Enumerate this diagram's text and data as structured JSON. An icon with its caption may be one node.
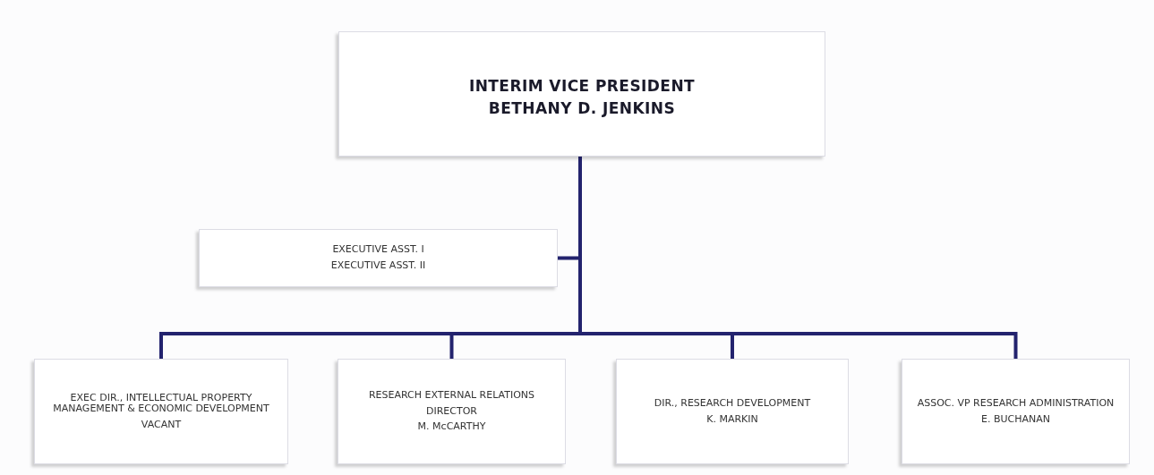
{
  "diagram": {
    "nodes": [
      {
        "text": [
          "INTERIM VICE PRESIDENT",
          "BETHANY D. JENKINS"
        ]
      },
      {
        "text": [
          "EXECUTIVE ASST. I",
          "EXECUTIVE ASST. II"
        ]
      },
      {
        "text": [
          "EXEC DIR., INTELLECTUAL PROPERTY MANAGEMENT & ECONOMIC DEVELOPMENT",
          "VACANT"
        ]
      },
      {
        "text": [
          "RESEARCH EXTERNAL RELATIONS",
          "DIRECTOR",
          "M. McCARTHY"
        ]
      },
      {
        "text": [
          "DIR., RESEARCH DEVELOPMENT",
          "K. MARKIN"
        ]
      },
      {
        "text": [
          "ASSOC. VP RESEARCH ADMINISTRATION",
          "E. BUCHANAN"
        ]
      }
    ],
    "edges": [
      {
        "from": 0,
        "to": 1,
        "arrow": "none"
      },
      {
        "from": 0,
        "to": 2,
        "arrow": "none"
      },
      {
        "from": 0,
        "to": 3,
        "arrow": "none"
      },
      {
        "from": 0,
        "to": 4,
        "arrow": "none"
      },
      {
        "from": 0,
        "to": 5,
        "arrow": "none"
      }
    ]
  }
}
